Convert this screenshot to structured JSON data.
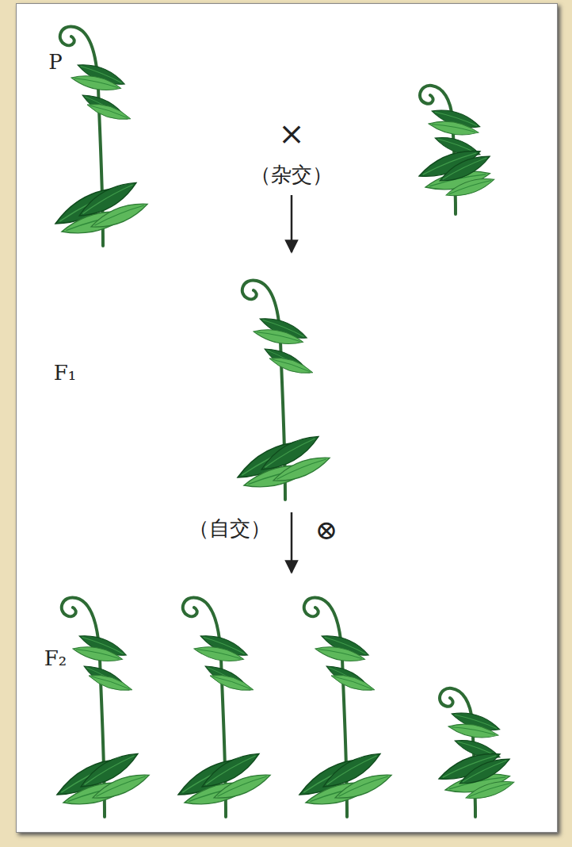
{
  "diagram": {
    "labels": [
      "P",
      "×",
      "（杂交）",
      "F₁",
      "（自交）",
      "⊗",
      "F₂"
    ]
  }
}
